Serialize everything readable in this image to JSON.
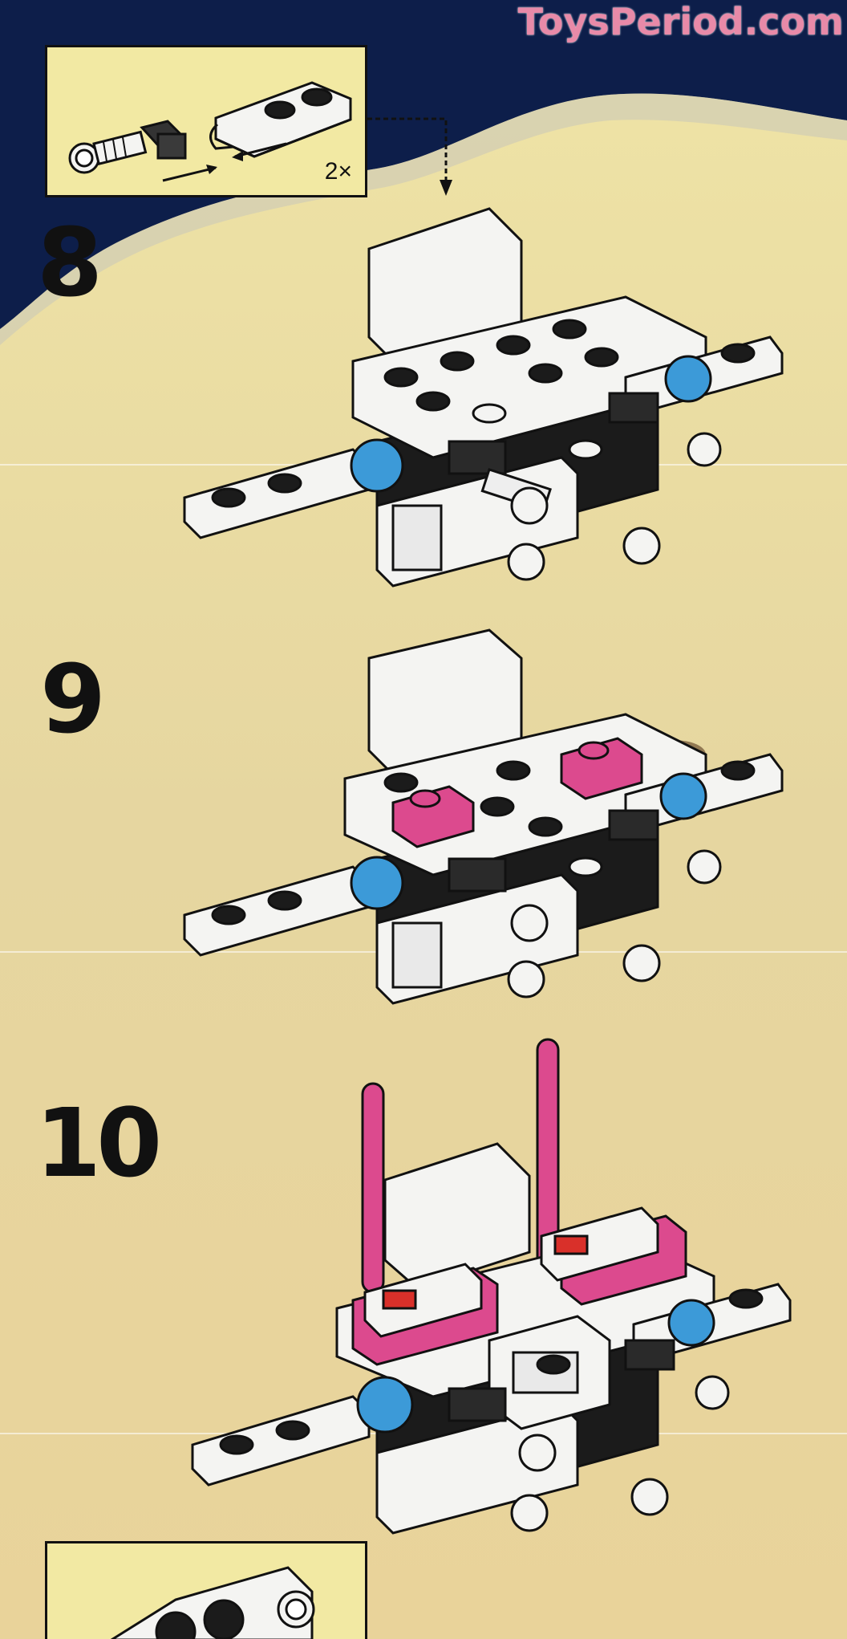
{
  "watermark": "ToysPeriod.com",
  "callout_top": {
    "count": "2×"
  },
  "steps": [
    {
      "number": "8"
    },
    {
      "number": "9"
    },
    {
      "number": "10"
    }
  ],
  "colors": {
    "space": "#0d1e4a",
    "sand": "#e7d9a4",
    "brick_white": "#f4f4f2",
    "brick_black": "#1b1b1b",
    "brick_pink": "#dc4a8e",
    "brick_blue": "#3c9ad8"
  }
}
